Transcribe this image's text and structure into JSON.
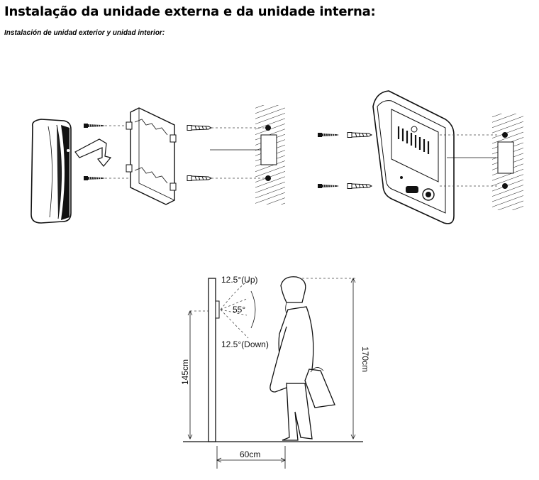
{
  "heading": {
    "title_pt": "Instalação da unidade externa e da unidade interna:",
    "title_es": "Instalación de unidad exterior y unidad interior:"
  },
  "diagram_labels": {
    "angle_up": "12.5°(Up)",
    "angle_center": "55°",
    "angle_down": "12.5°(Down)",
    "height_unit": "145cm",
    "height_person": "170cm",
    "distance": "60cm"
  },
  "icons": [
    "indoor-handset-icon",
    "arrow-icon",
    "mounting-bracket-icon",
    "screw-icon",
    "wall-anchor-icon",
    "brick-wall-icon",
    "outdoor-door-station-icon",
    "person-icon"
  ],
  "colors": {
    "ink": "#111111",
    "background": "#ffffff"
  }
}
